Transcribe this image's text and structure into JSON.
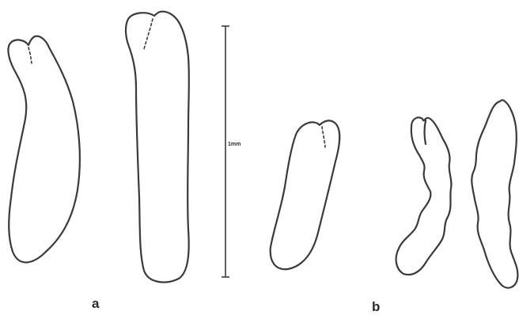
{
  "figure": {
    "scale_bar_label": "1mm",
    "panel_labels": {
      "a": "a",
      "b": "b"
    }
  }
}
